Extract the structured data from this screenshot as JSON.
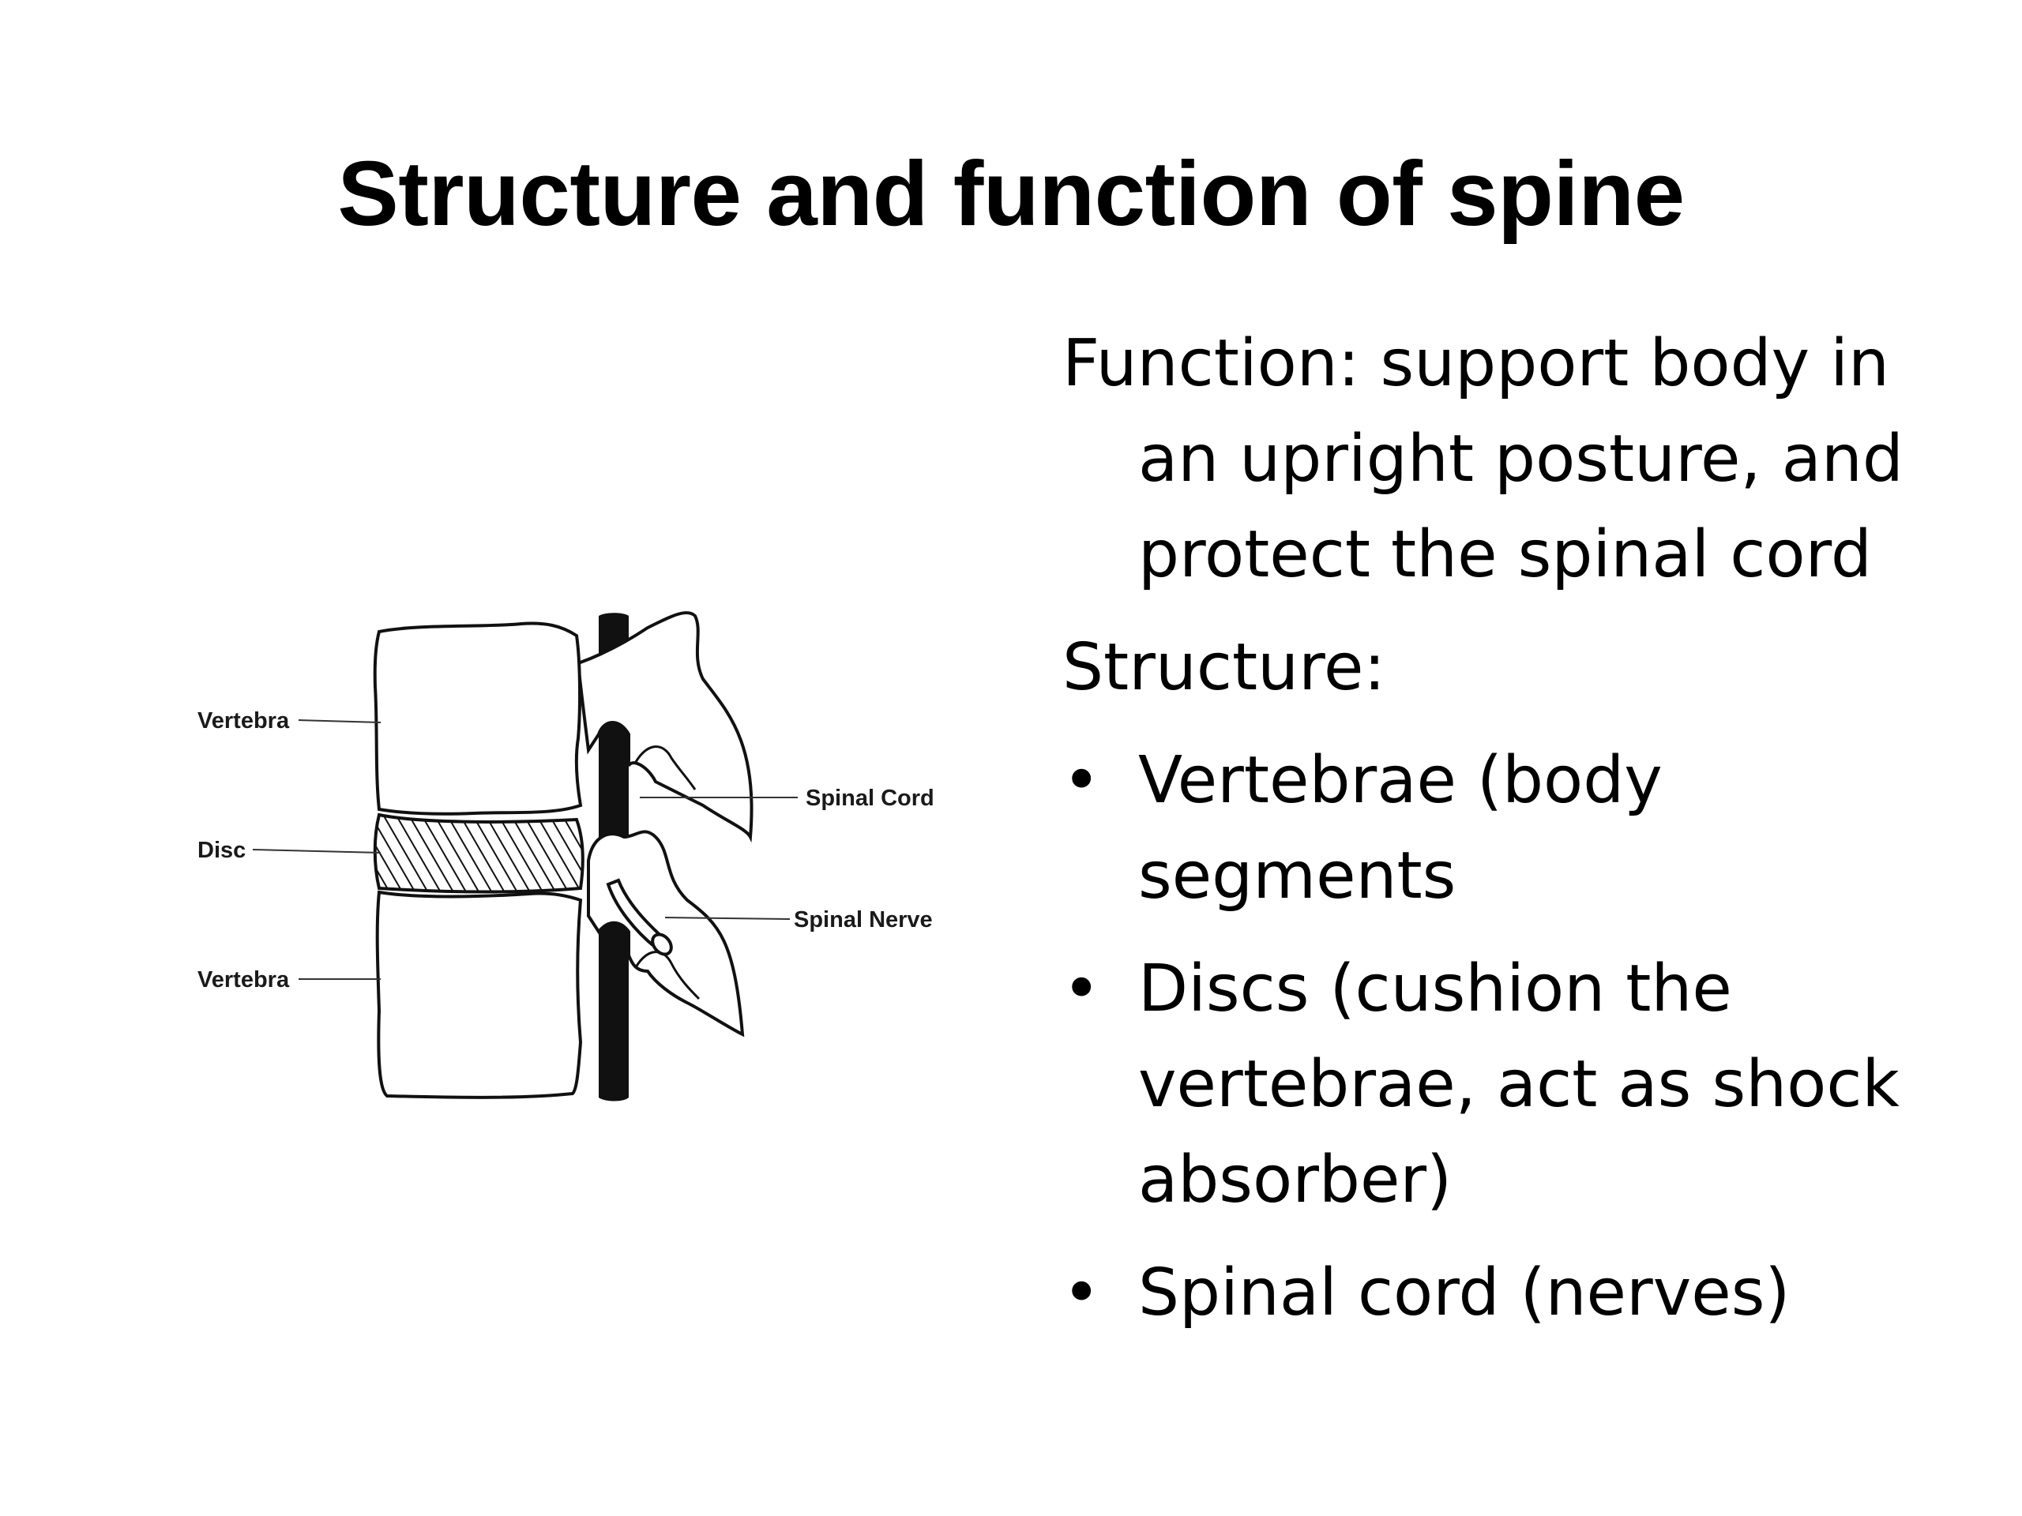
{
  "slide": {
    "title": "Structure and function of spine",
    "function_text": "Function: support body in an upright posture, and protect the spinal cord",
    "structure_heading": "Structure:",
    "bullets": [
      "Vertebrae (body segments",
      "Discs (cushion the vertebrae, act as shock absorber)",
      "Spinal cord (nerves)"
    ],
    "bullet_symbol": "•"
  },
  "diagram": {
    "labels": {
      "vertebra_top": "Vertebra",
      "disc": "Disc",
      "vertebra_bottom": "Vertebra",
      "spinal_cord": "Spinal Cord",
      "spinal_nerve": "Spinal Nerve"
    }
  }
}
